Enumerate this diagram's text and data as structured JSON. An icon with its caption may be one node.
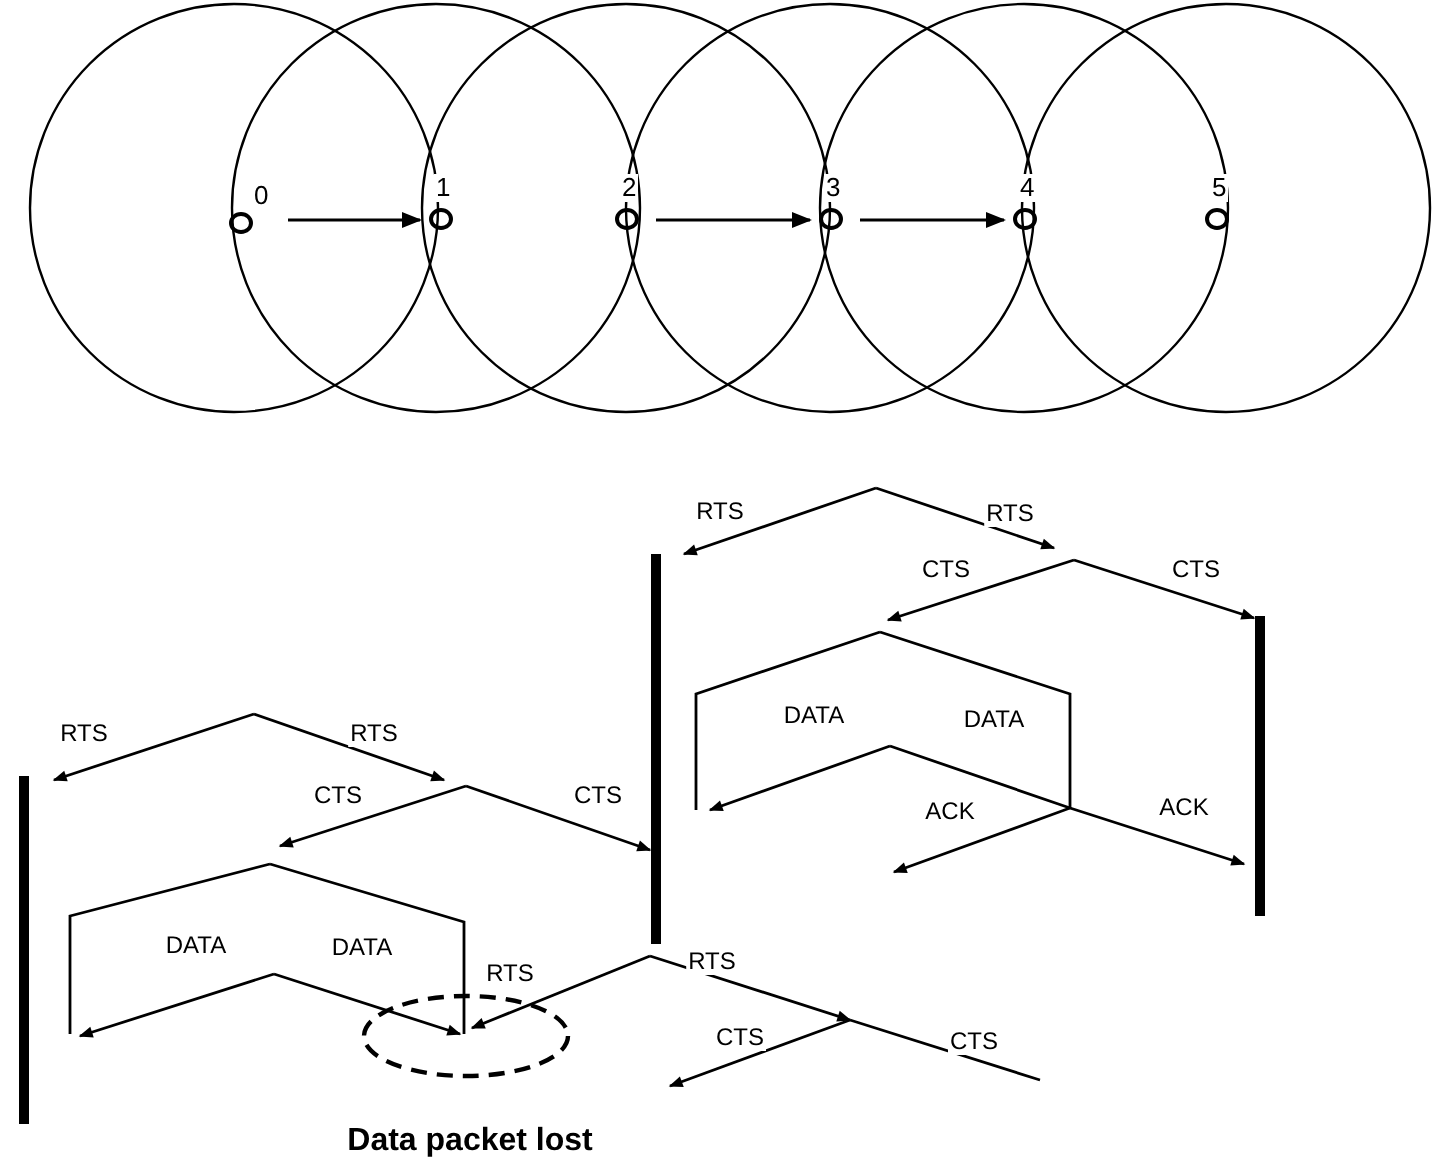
{
  "diagram": {
    "nodes": [
      {
        "text": [
          "0"
        ]
      },
      {
        "text": [
          "1"
        ]
      },
      {
        "text": [
          "2"
        ]
      },
      {
        "text": [
          "3"
        ]
      },
      {
        "text": [
          "4"
        ]
      },
      {
        "text": [
          "5"
        ]
      }
    ],
    "edges": [
      {
        "from": 0,
        "to": 1,
        "arrow": "to"
      },
      {
        "from": 2,
        "to": 3,
        "arrow": "to"
      },
      {
        "from": 3,
        "to": 4,
        "arrow": "to"
      }
    ],
    "labels": [
      "RTS",
      "RTS",
      "CTS",
      "CTS",
      "DATA",
      "DATA",
      "RTS",
      "RTS",
      "CTS",
      "CTS",
      "ACK",
      "ACK",
      "DATA",
      "DATA",
      "RTS",
      "RTS",
      "CTS",
      "CTS",
      "Data packet lost"
    ]
  }
}
